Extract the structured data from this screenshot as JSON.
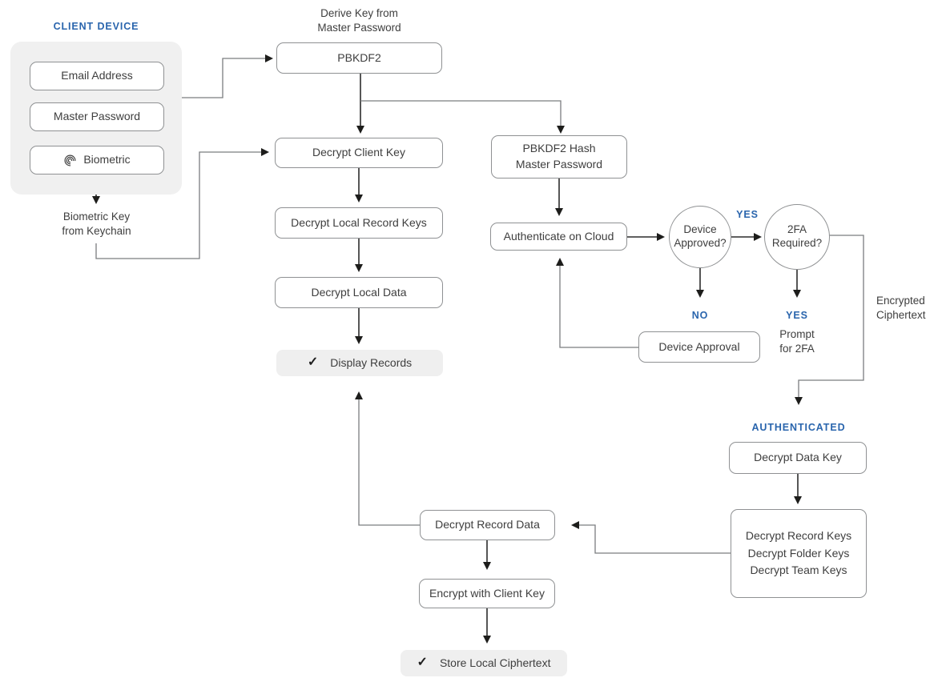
{
  "colors": {
    "accent_blue": "#2a65ad",
    "box_border": "#8f9193",
    "gray_fill": "#efefef",
    "panel_fill": "#f0f0f0",
    "line_gray": "#7b7d7f",
    "text": "#3e3e3e"
  },
  "icons": {
    "check": "✓",
    "fingerprint": "fingerprint-icon"
  },
  "client_panel": {
    "title": "CLIENT DEVICE",
    "items": [
      "Email Address",
      "Master Password",
      "Biometric"
    ]
  },
  "notes": {
    "derive_key": "Derive Key from\nMaster Password",
    "biometric_key": "Biometric Key\nfrom Keychain",
    "prompt_2fa": "Prompt\nfor 2FA",
    "encrypted_ciphertext": "Encrypted\nCiphertext"
  },
  "labels": {
    "yes_device": "YES",
    "no_device": "NO",
    "yes_2fa": "YES",
    "authenticated": "AUTHENTICATED"
  },
  "nodes": {
    "pbkdf2": "PBKDF2",
    "decrypt_client_key": "Decrypt Client Key",
    "decrypt_local_record_keys": "Decrypt Local Record Keys",
    "decrypt_local_data": "Decrypt Local Data",
    "display_records": "Display Records",
    "pbkdf2_hash": "PBKDF2 Hash\nMaster Password",
    "authenticate_on_cloud": "Authenticate on Cloud",
    "device_approved": "Device\nApproved?",
    "twofa_required": "2FA\nRequired?",
    "device_approval": "Device Approval",
    "decrypt_data_key": "Decrypt Data Key",
    "decrypt_keys_group": "Decrypt Record Keys\nDecrypt Folder Keys\nDecrypt Team Keys",
    "decrypt_record_data": "Decrypt Record Data",
    "encrypt_with_client_key": "Encrypt with Client Key",
    "store_local_ciphertext": "Store Local Ciphertext"
  }
}
